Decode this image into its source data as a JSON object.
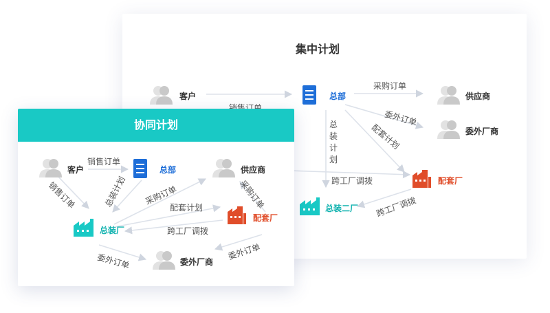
{
  "central_plan": {
    "title": "集中计划",
    "nodes": {
      "customer": "客户",
      "hq": "总部",
      "supplier": "供应商",
      "outsource": "委外厂商",
      "supporting_factory": "配套厂",
      "assembly_factory_2": "总装二厂"
    },
    "edges": {
      "sales_order": "销售订单",
      "purchase_order": "采购订单",
      "outsource_order": "委外订单",
      "supporting_plan": "配套计划",
      "assembly_plan": "总装计划",
      "cross_transfer_1": "跨工厂调拨",
      "cross_transfer_2": "跨工厂调拨"
    }
  },
  "collab_plan": {
    "title": "协同计划",
    "nodes": {
      "customer": "客户",
      "hq": "总部",
      "supplier": "供应商",
      "assembly_factory": "总装厂",
      "supporting_factory": "配套厂",
      "outsource": "委外厂商"
    },
    "edges": {
      "sales_order_1": "销售订单",
      "sales_order_2": "销售订单",
      "assembly_plan": "总装计划",
      "purchase_order_1": "采购订单",
      "purchase_order_2": "采购订单",
      "supporting_plan": "配套计划",
      "cross_transfer": "跨工厂调拨",
      "outsource_order_1": "委外订单",
      "outsource_order_2": "委外订单"
    }
  },
  "colors": {
    "accent_teal": "#19c9c5",
    "hq_blue": "#1e6ed8",
    "factory_red": "#e04d2a",
    "person_gray": "#c9c9c9",
    "arrow_gray": "#d8dde6"
  }
}
